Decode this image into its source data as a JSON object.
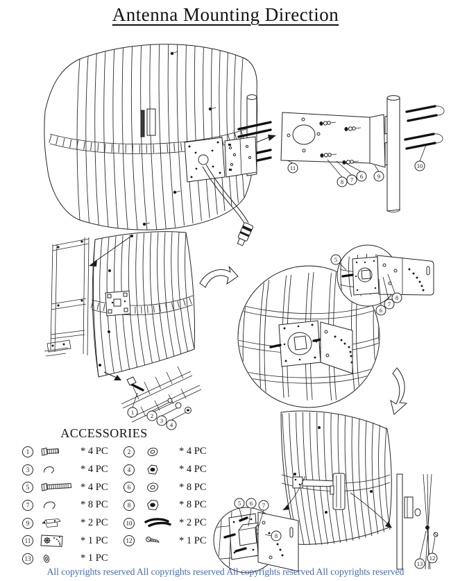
{
  "title": "Antenna Mounting Direction",
  "accessories": {
    "heading": "ACCESSORIES",
    "items": [
      {
        "num": "1",
        "part": "hex-bolt-short",
        "qty": "* 4 PC"
      },
      {
        "num": "2",
        "part": "flat-washer",
        "qty": "* 4 PC"
      },
      {
        "num": "3",
        "part": "spring-washer",
        "qty": "* 4 PC"
      },
      {
        "num": "4",
        "part": "hex-nut",
        "qty": "* 4 PC"
      },
      {
        "num": "5",
        "part": "hex-bolt-long",
        "qty": "* 4 PC"
      },
      {
        "num": "6",
        "part": "flat-washer",
        "qty": "* 8 PC"
      },
      {
        "num": "7",
        "part": "spring-washer",
        "qty": "* 8 PC"
      },
      {
        "num": "8",
        "part": "hex-nut",
        "qty": "* 8 PC"
      },
      {
        "num": "9",
        "part": "pole-clamp",
        "qty": "* 2 PC"
      },
      {
        "num": "10",
        "part": "u-bolt",
        "qty": "* 2 PC"
      },
      {
        "num": "11",
        "part": "mounting-plate",
        "qty": "* 1 PC"
      },
      {
        "num": "12",
        "part": "screw",
        "qty": "* 1 PC"
      },
      {
        "num": "13",
        "part": "cable-bead",
        "qty": "* 1 PC"
      }
    ]
  },
  "callouts": {
    "bolt_detail": [
      "1",
      "2",
      "3",
      "4"
    ],
    "pole_assembly": [
      "11",
      "8",
      "7",
      "6",
      "9",
      "10"
    ],
    "plate_detail_mid": [
      "5",
      "6",
      "7",
      "8"
    ],
    "plate_detail_bottom": [
      "5",
      "6",
      "7",
      "8"
    ],
    "pole_detail_bottom": [
      "13",
      "12"
    ]
  },
  "footer": {
    "copyright": "All copyrights reserved All copyrights reserved All copyrights reserved All copyrights reserved"
  },
  "colors": {
    "line": "#222222",
    "copyright_blue": "#3b6cb7"
  }
}
